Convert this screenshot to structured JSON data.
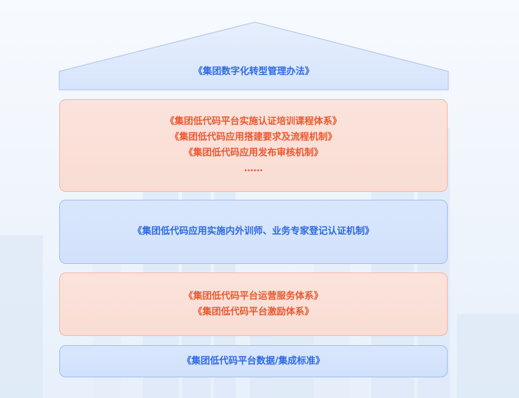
{
  "roof": {
    "label": "《集团数字化转型管理办法》"
  },
  "layers": [
    {
      "style": "orange",
      "lines": [
        "《集团低代码平台实施认证培训课程体系》",
        "《集团低代码应用搭建要求及流程机制》",
        "《集团低代码应用发布审核机制》",
        "……"
      ]
    },
    {
      "style": "blue",
      "lines": [
        "《集团低代码应用实施内外训师、业务专家登记认证机制》"
      ]
    },
    {
      "style": "orange",
      "lines": [
        "《集团低代码平台运营服务体系》",
        "《集团低代码平台激励体系》"
      ]
    },
    {
      "style": "blue",
      "lines": [
        "《集团低代码平台数据/集成标准》"
      ]
    }
  ],
  "colors": {
    "orange_text": "#e85a30",
    "blue_text": "#2f6be0",
    "orange_fill": "#fbe3dc",
    "blue_fill": "#d9e7fc"
  }
}
